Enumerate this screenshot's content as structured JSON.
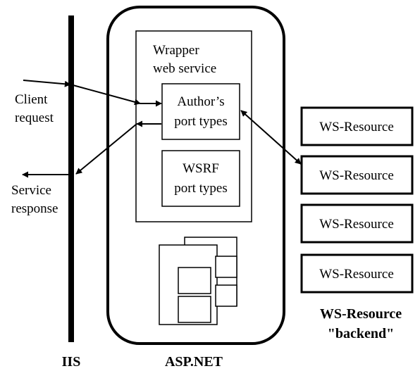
{
  "iis": {
    "label": "IIS",
    "client_request": [
      "Client",
      "request"
    ],
    "service_response": [
      "Service",
      "response"
    ]
  },
  "aspnet": {
    "label": "ASP.NET",
    "wrapper": [
      "Wrapper",
      "web service"
    ],
    "authors_port_types": [
      "Author’s",
      "port types"
    ],
    "wsrf_port_types": [
      "WSRF",
      "port types"
    ]
  },
  "backend": {
    "resources": [
      "WS-Resource",
      "WS-Resource",
      "WS-Resource",
      "WS-Resource"
    ],
    "caption": [
      "WS-Resource",
      "\"backend\""
    ]
  }
}
